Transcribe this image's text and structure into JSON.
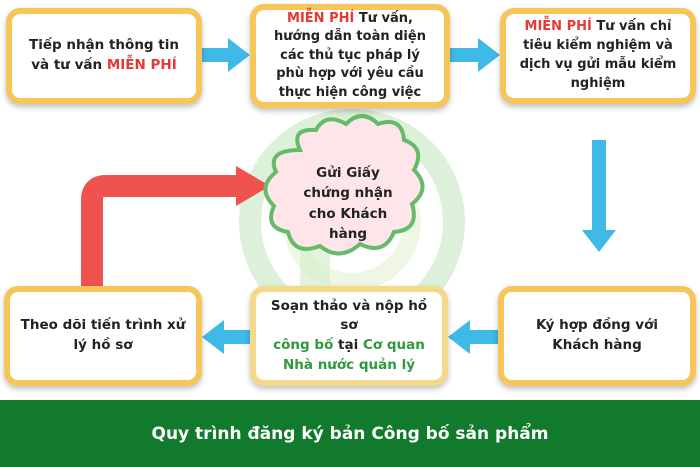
{
  "diagram": {
    "nodes": {
      "receive": {
        "line1": "Tiếp nhận thông tin",
        "line2_prefix": "và tư vấn ",
        "line2_highlight": "MIỄN PHÍ"
      },
      "guide": {
        "highlight": "MIỄN PHÍ",
        "text": " Tư vấn, hướng dẫn toàn diện các thủ tục pháp lý phù hợp với yêu cầu thực hiện công việc"
      },
      "testing": {
        "highlight": "MIỄN PHÍ",
        "text": " Tư vấn chỉ tiêu kiểm nghiệm và dịch vụ gửi mẫu kiểm nghiệm"
      },
      "contract": {
        "line1": "Ký hợp đồng với",
        "line2": "Khách hàng"
      },
      "submit": {
        "line1": "Soạn thảo và nộp hồ sơ",
        "line2_highlight_a": "công bố",
        "line2_mid": " tại ",
        "line2_highlight_b": "Cơ quan",
        "line3": "Nhà nước quản lý"
      },
      "track": {
        "line1": "Theo dõi tiến trình xử",
        "line2": "lý hồ sơ"
      },
      "certificate": {
        "line1": "Gửi Giấy",
        "line2": "chứng nhận",
        "line3": "cho Khách hàng"
      }
    },
    "edges": [
      {
        "from": "receive",
        "to": "guide"
      },
      {
        "from": "guide",
        "to": "testing"
      },
      {
        "from": "testing",
        "to": "contract"
      },
      {
        "from": "contract",
        "to": "submit"
      },
      {
        "from": "submit",
        "to": "track"
      },
      {
        "from": "track",
        "to": "certificate"
      }
    ],
    "colors": {
      "box_border": "#f7c65a",
      "arrow_blue": "#3fb9e6",
      "arrow_red": "#ef5350",
      "highlight_red": "#e53935",
      "highlight_green": "#2e9a3a",
      "cloud_border": "#66bb6a",
      "cloud_fill": "#fde5ea",
      "footer_bg": "#117a2d"
    }
  },
  "footer": {
    "title": "Quy trình đăng ký bản Công bố sản phẩm"
  }
}
